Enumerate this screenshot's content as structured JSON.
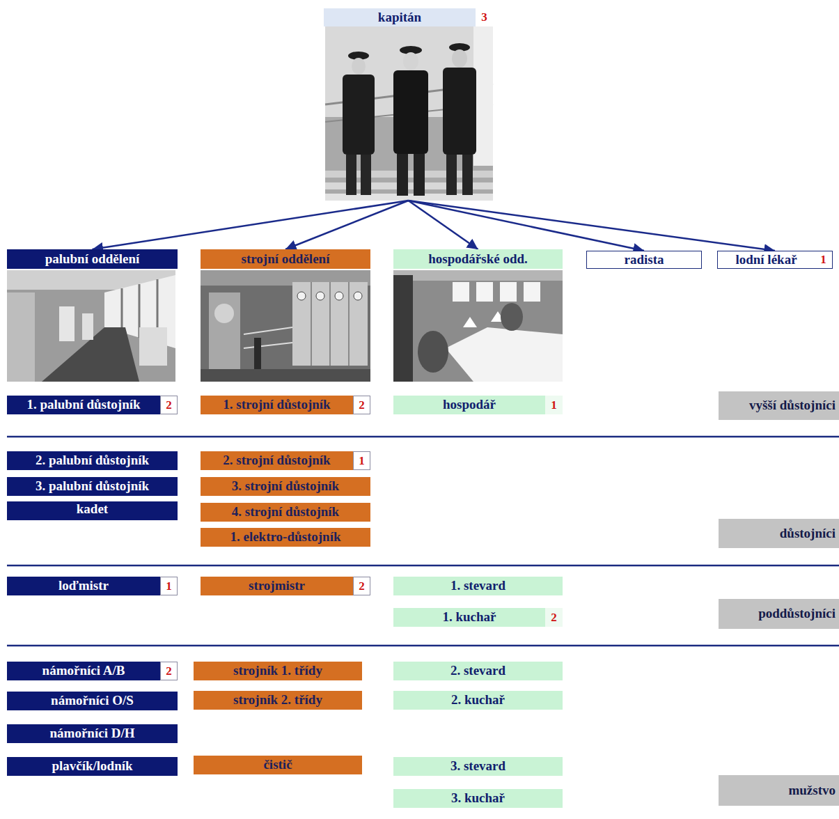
{
  "diagram": {
    "nodes": [
      {
        "text": [
          "kapitán",
          "3"
        ]
      },
      {
        "text": [
          "palubní oddělení"
        ]
      },
      {
        "text": [
          "strojní oddělení"
        ]
      },
      {
        "text": [
          "hospodářské odd."
        ]
      },
      {
        "text": [
          "radista"
        ]
      },
      {
        "text": [
          "lodní lékař",
          "1"
        ]
      },
      {
        "text": [
          "1. palubní důstojník",
          "2"
        ]
      },
      {
        "text": [
          "1. strojní důstojník",
          "2"
        ]
      },
      {
        "text": [
          "hospodář",
          "1"
        ]
      },
      {
        "text": [
          "vyšší důstojníci"
        ]
      },
      {
        "text": [
          "2. palubní důstojník"
        ]
      },
      {
        "text": [
          "2. strojní důstojník",
          "1"
        ]
      },
      {
        "text": [
          "3. palubní důstojník"
        ]
      },
      {
        "text": [
          "3. strojní důstojník"
        ]
      },
      {
        "text": [
          "kadet"
        ]
      },
      {
        "text": [
          "4. strojní důstojník"
        ]
      },
      {
        "text": [
          "1. elektro-důstojník"
        ]
      },
      {
        "text": [
          "důstojníci"
        ]
      },
      {
        "text": [
          "loďmistr",
          "1"
        ]
      },
      {
        "text": [
          "strojmistr",
          "2"
        ]
      },
      {
        "text": [
          "1. stevard"
        ]
      },
      {
        "text": [
          "1. kuchař",
          "2"
        ]
      },
      {
        "text": [
          "poddůstojníci"
        ]
      },
      {
        "text": [
          "námořníci A/B",
          "2"
        ]
      },
      {
        "text": [
          "strojník 1. třídy"
        ]
      },
      {
        "text": [
          "2. stevard"
        ]
      },
      {
        "text": [
          "námořníci O/S"
        ]
      },
      {
        "text": [
          "strojník 2. třídy"
        ]
      },
      {
        "text": [
          "2. kuchař"
        ]
      },
      {
        "text": [
          "námořníci D/H"
        ]
      },
      {
        "text": [
          "plavčík/lodník"
        ]
      },
      {
        "text": [
          "čistič"
        ]
      },
      {
        "text": [
          "3. stevard"
        ]
      },
      {
        "text": [
          "3. kuchař"
        ]
      },
      {
        "text": [
          "mužstvo"
        ]
      }
    ],
    "edges": [
      {
        "from": 0,
        "to": 1,
        "arrow": "to"
      },
      {
        "from": 0,
        "to": 2,
        "arrow": "to"
      },
      {
        "from": 0,
        "to": 3,
        "arrow": "to"
      },
      {
        "from": 0,
        "to": 4,
        "arrow": "to"
      },
      {
        "from": 0,
        "to": 5,
        "arrow": "to"
      }
    ]
  }
}
